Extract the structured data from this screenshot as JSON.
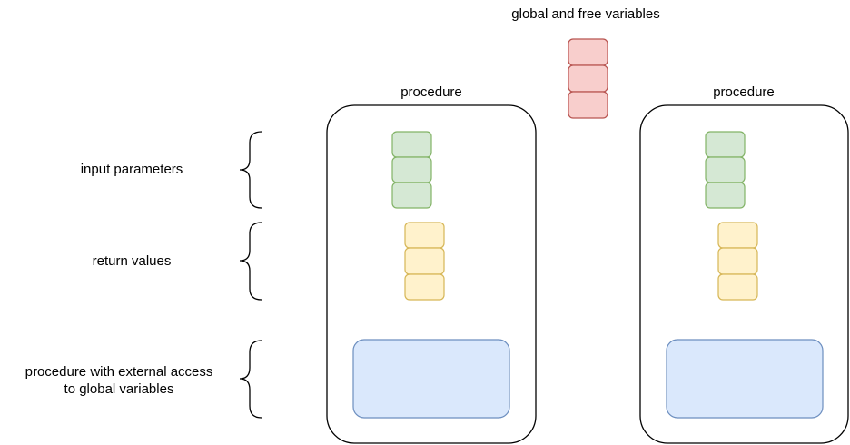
{
  "title": "global and free variables",
  "labels": {
    "input_parameters": "input parameters",
    "return_values": "return values",
    "procedure_external_line1": "procedure with external access",
    "procedure_external_line2": "to global variables"
  },
  "procedures": [
    {
      "label": "procedure"
    },
    {
      "label": "procedure"
    }
  ],
  "colors": {
    "global_fill": "#f8cecc",
    "global_stroke": "#b85450",
    "input_fill": "#d5e8d4",
    "input_stroke": "#82b366",
    "return_fill": "#fff2cc",
    "return_stroke": "#d6b656",
    "body_fill": "#dae8fc",
    "body_stroke": "#6c8ebf",
    "outline": "#000000"
  }
}
